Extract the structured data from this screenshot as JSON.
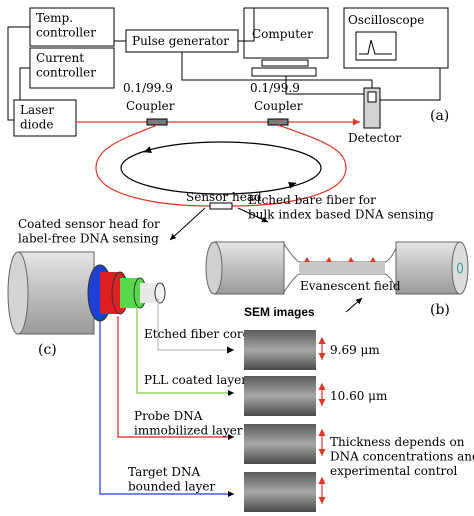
{
  "boxes": {
    "temp_controller": "Temp.\ncontroller",
    "current_controller": "Current\ncontroller",
    "pulse_generator": "Pulse generator",
    "computer": "Computer",
    "oscilloscope": "Oscilloscope",
    "laser_diode": "Laser\ndiode"
  },
  "labels": {
    "coupler_left_ratio": "0.1/99.9",
    "coupler_left": "Coupler",
    "coupler_right_ratio": "0.1/99.9",
    "coupler_right": "Coupler",
    "detector": "Detector",
    "panel_a": "(a)",
    "sensor_head": "Sensor head",
    "etched_title": "Etched bare fiber for\nbulk index based DNA sensing",
    "coated_title": "Coated sensor head for\nlabel-free DNA sensing",
    "evanescent": "Evanescent field",
    "panel_b": "(b)",
    "panel_c": "(c)",
    "sem_images": "SEM images",
    "etched_core": "Etched fiber core",
    "pll_layer": "PLL coated layer",
    "probe_layer": "Probe DNA\nimmobilized layer",
    "target_layer": "Target DNA\nbounded layer",
    "dim1": "9.69 μm",
    "dim2": "10.60 μm",
    "thickness_note": "Thickness depends on\nDNA concentrations and\nexperimental control"
  },
  "colors": {
    "fiber_red": "#e0372a",
    "layer_blue": "#1f3fd6",
    "layer_red": "#e02020",
    "layer_green": "#55d84a",
    "layer_white": "#d8d8d8",
    "device_gray": "#c9c9c9"
  },
  "icons": [
    "monitor-icon",
    "oscilloscope-icon",
    "detector-icon"
  ]
}
